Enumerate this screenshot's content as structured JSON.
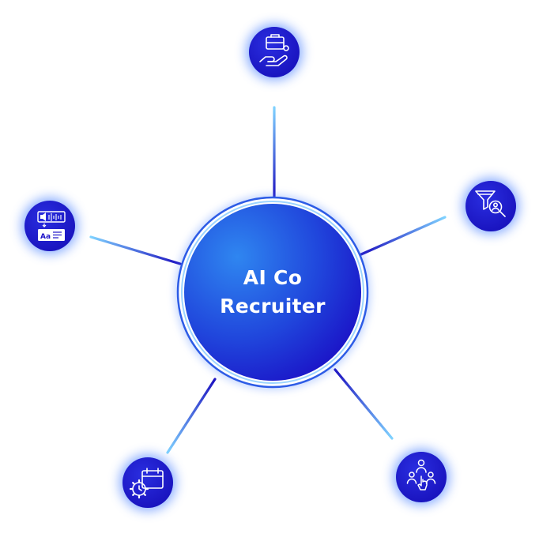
{
  "hub": {
    "title": "AI Co Recruiter"
  },
  "nodes": [
    {
      "id": "top",
      "icon": "briefcase-hand-icon"
    },
    {
      "id": "right",
      "icon": "funnel-search-icon"
    },
    {
      "id": "left",
      "icon": "speech-to-text-icon"
    },
    {
      "id": "bottom-left",
      "icon": "calendar-clock-gear-icon"
    },
    {
      "id": "bottom-right",
      "icon": "people-pointer-icon"
    }
  ],
  "colors": {
    "hub_light": "#2f86f0",
    "hub_dark": "#1a0cc4",
    "node_fill": "#1d13c8",
    "glow": "#5a8cff",
    "connector_light": "#7fd2ff",
    "connector_dark": "#1c10c0",
    "icon_stroke": "#ffffff"
  }
}
